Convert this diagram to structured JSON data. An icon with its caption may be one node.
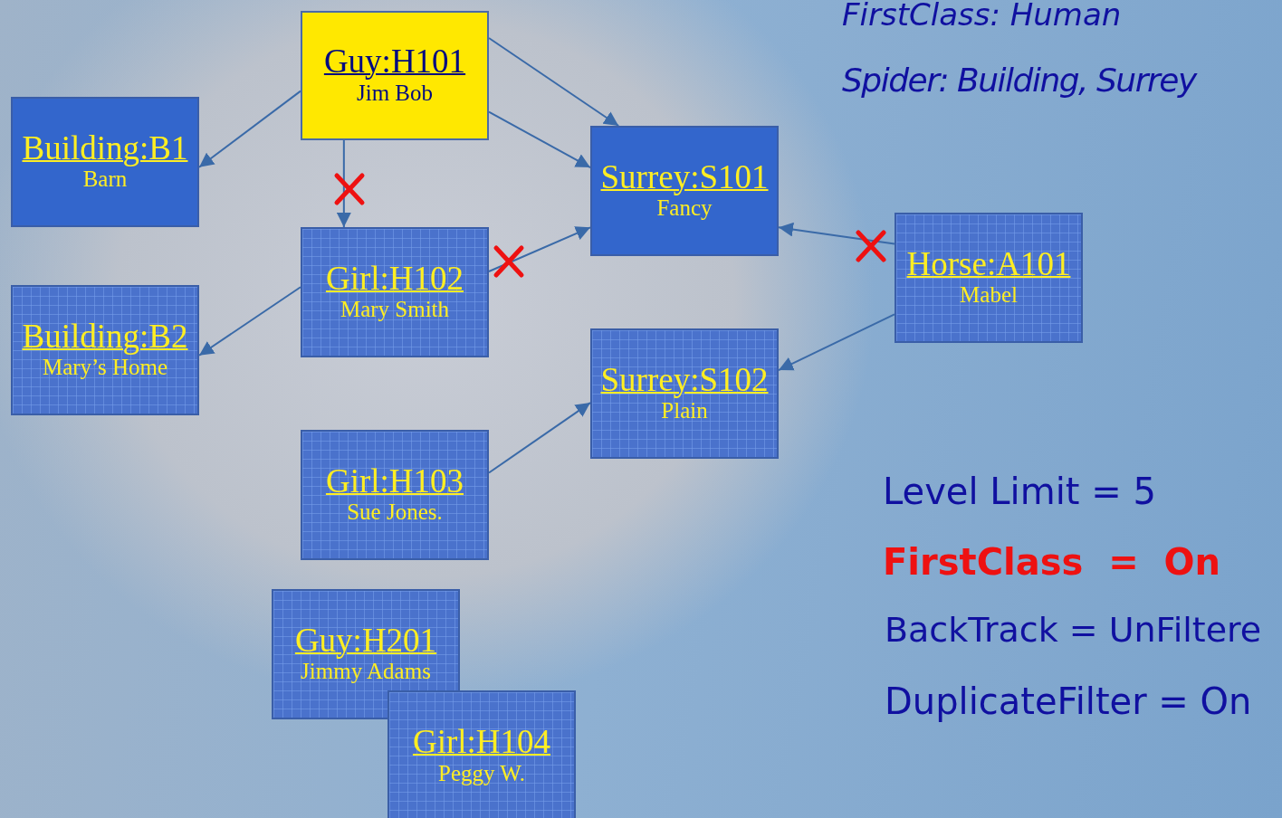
{
  "diagram": {
    "nodes": [
      {
        "text": [
          "Guy:H101",
          "Jim Bob"
        ]
      },
      {
        "text": [
          "Building:B1",
          "Barn"
        ]
      },
      {
        "text": [
          "Surrey:S101",
          "Fancy"
        ]
      },
      {
        "text": [
          "Girl:H102",
          "Mary Smith"
        ]
      },
      {
        "text": [
          "Building:B2",
          "Mary’s Home"
        ]
      },
      {
        "text": [
          "Horse:A101",
          "Mabel"
        ]
      },
      {
        "text": [
          "Surrey:S102",
          "Plain"
        ]
      },
      {
        "text": [
          "Girl:H103",
          "Sue Jones."
        ]
      },
      {
        "text": [
          "Guy:H201",
          "Jimmy Adams"
        ]
      },
      {
        "text": [
          "Girl:H104",
          "Peggy W."
        ]
      }
    ],
    "edges": [
      {
        "from": 0,
        "to": 1,
        "arrow": "to"
      },
      {
        "from": 0,
        "to": 2,
        "arrow": "to"
      },
      {
        "from": 0,
        "to": 2,
        "arrow": "to"
      },
      {
        "from": 0,
        "to": 3,
        "arrow": "to"
      },
      {
        "from": 3,
        "to": 2,
        "arrow": "to"
      },
      {
        "from": 3,
        "to": 4,
        "arrow": "to"
      },
      {
        "from": 5,
        "to": 2,
        "arrow": "to"
      },
      {
        "from": 5,
        "to": 6,
        "arrow": "to"
      },
      {
        "from": 7,
        "to": 6,
        "arrow": "to"
      }
    ],
    "labels": [
      "FirstClass: Human",
      "Spider: Building, Surrey",
      "Level Limit = 5",
      "FirstClass  =  On",
      "BackTrack = UnFiltere",
      "DuplicateFilter = On"
    ]
  }
}
